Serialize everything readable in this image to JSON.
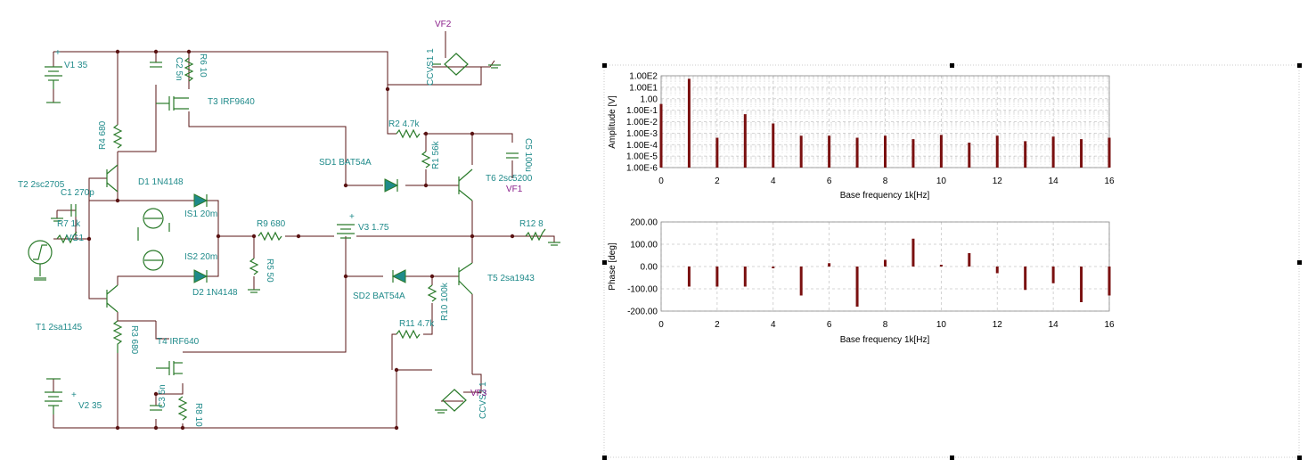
{
  "schematic": {
    "components": {
      "v1": "V1 35",
      "v2": "V2 35",
      "v3": "V3 1.75",
      "c1": "C1 270p",
      "c2": "C2 5n",
      "c3": "C3 5n",
      "c5": "C5 100u",
      "r1": "R1 56k",
      "r2": "R2 4.7k",
      "r3": "R3 680",
      "r4": "R4 680",
      "r5": "R5 50",
      "r6": "R6 10",
      "r7": "R7 1k",
      "r8": "R8 10",
      "r9": "R9 680",
      "r10": "R10 100k",
      "r11": "R11 4.7k",
      "r12": "R12 8",
      "t1": "T1 2sa1145",
      "t2": "T2 2sc2705",
      "t3": "T3 IRF9640",
      "t4": "T4 IRF640",
      "t5": "T5 2sa1943",
      "t6": "T6 2sc5200",
      "d1": "D1 1N4148",
      "d2": "D2 1N4148",
      "sd1": "SD1 BAT54A",
      "sd2": "SD2 BAT54A",
      "is1": "IS1 20m",
      "is2": "IS2 20m",
      "ccvs1": "CCVS1 1",
      "ccvs2": "CCVS2 1",
      "vg1": "VG1",
      "vf1": "VF1",
      "vf2": "VF2",
      "vf3": "VF3"
    }
  },
  "chart_data": [
    {
      "type": "bar",
      "title": "",
      "xlabel": "Base frequency 1k[Hz]",
      "ylabel": "Amplitude [V]",
      "yscale": "log",
      "ylim": [
        1e-06,
        100
      ],
      "xlim": [
        0,
        16
      ],
      "xticks": [
        "0",
        "2",
        "4",
        "6",
        "8",
        "10",
        "12",
        "14",
        "16"
      ],
      "yticks": [
        "1.00E-6",
        "1.00E-5",
        "1.00E-4",
        "1.00E-3",
        "1.00E-2",
        "1.00E-1",
        "1.00",
        "1.00E1",
        "1.00E2"
      ],
      "ytick_labels": [
        "1.00E-6",
        "1.00E-5",
        "1.00E-4",
        "1.00E-3",
        "1.00E-2",
        "1.00E-1",
        "1.00",
        "1.00E1",
        "1.00E2"
      ],
      "x": [
        0,
        1,
        2,
        3,
        4,
        5,
        6,
        7,
        8,
        9,
        10,
        11,
        12,
        13,
        14,
        15,
        16
      ],
      "values": [
        0.35,
        55,
        0.0004,
        0.045,
        0.007,
        0.0006,
        0.0006,
        0.0004,
        0.0006,
        0.0003,
        0.0007,
        0.00015,
        0.0006,
        0.0002,
        0.0005,
        0.0003,
        0.0004
      ],
      "grid": true,
      "color": "#7a1010"
    },
    {
      "type": "bar",
      "title": "",
      "xlabel": "Base frequency 1k[Hz]",
      "ylabel": "Phase [deg]",
      "ylim": [
        -200,
        200
      ],
      "xlim": [
        0,
        16
      ],
      "xticks": [
        "0",
        "2",
        "4",
        "6",
        "8",
        "10",
        "12",
        "14",
        "16"
      ],
      "ytick_labels": [
        "-200.00",
        "-100.00",
        "0.00",
        "100.00",
        "200.00"
      ],
      "yticks": [
        -200,
        -100,
        0,
        100,
        200
      ],
      "x": [
        1,
        2,
        3,
        4,
        5,
        6,
        7,
        8,
        9,
        10,
        11,
        12,
        13,
        14,
        15,
        16
      ],
      "values": [
        -90,
        -90,
        -90,
        -8,
        -130,
        15,
        -180,
        30,
        125,
        8,
        60,
        -30,
        -105,
        -75,
        -160,
        -130
      ],
      "grid": true,
      "color": "#7a1010"
    }
  ]
}
